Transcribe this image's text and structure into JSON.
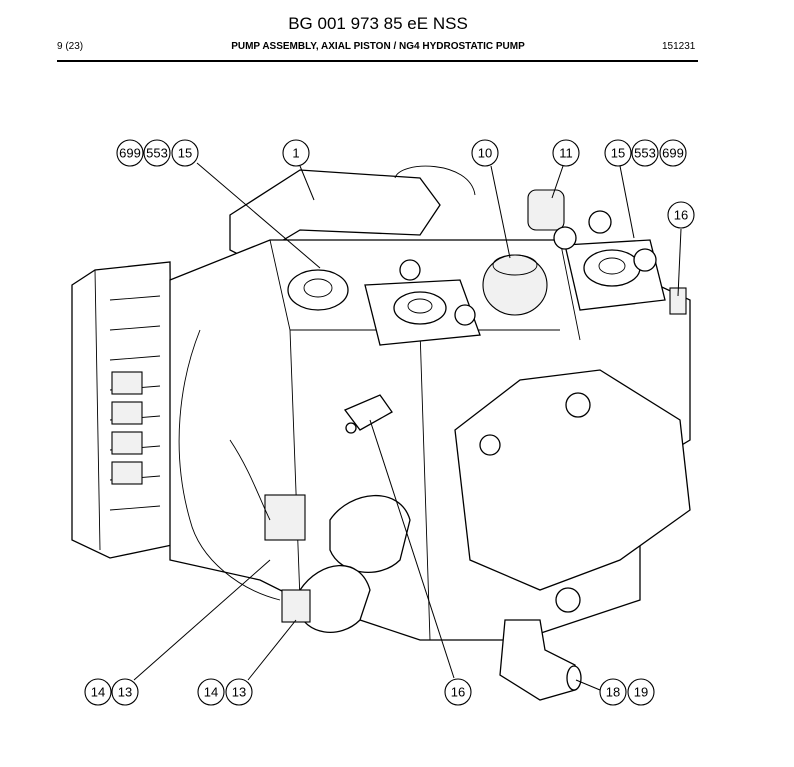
{
  "header": {
    "title": "BG 001 973 85 eE NSS",
    "page": "9 (23)",
    "subtitle": "PUMP ASSEMBLY, AXIAL PISTON / NG4 HYDROSTATIC PUMP",
    "date_code": "151231"
  },
  "callouts": [
    {
      "id": "c-699-left",
      "label": "699"
    },
    {
      "id": "c-553-left",
      "label": "553"
    },
    {
      "id": "c-15-left",
      "label": "15"
    },
    {
      "id": "c-1",
      "label": "1"
    },
    {
      "id": "c-10",
      "label": "10"
    },
    {
      "id": "c-11",
      "label": "11"
    },
    {
      "id": "c-15-right",
      "label": "15"
    },
    {
      "id": "c-553-right",
      "label": "553"
    },
    {
      "id": "c-699-right",
      "label": "699"
    },
    {
      "id": "c-16-top",
      "label": "16"
    },
    {
      "id": "c-14-a",
      "label": "14"
    },
    {
      "id": "c-13-a",
      "label": "13"
    },
    {
      "id": "c-14-b",
      "label": "14"
    },
    {
      "id": "c-13-b",
      "label": "13"
    },
    {
      "id": "c-16-bottom",
      "label": "16"
    },
    {
      "id": "c-18",
      "label": "18"
    },
    {
      "id": "c-19",
      "label": "19"
    }
  ]
}
